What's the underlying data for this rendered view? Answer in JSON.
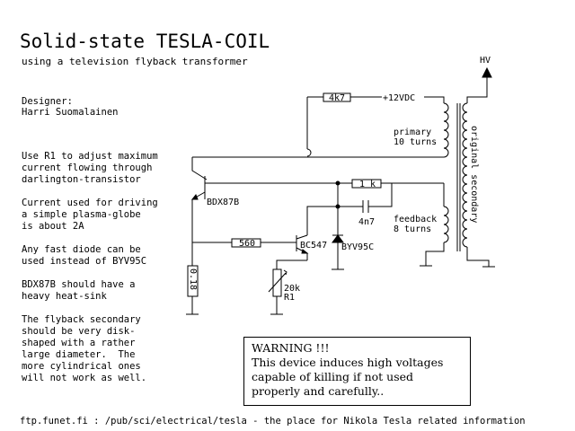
{
  "title": "Solid-state TESLA-COIL",
  "subtitle": "using a television flyback transformer",
  "designer": {
    "label": "Designer:",
    "name": "Harri Suomalainen"
  },
  "notes": [
    [
      "Use R1 to adjust maximum",
      "current flowing through",
      "darlington-transistor"
    ],
    [
      "Current used for driving",
      "a simple plasma-globe",
      "is about 2A"
    ],
    [
      "Any fast diode can be",
      "used instead of BYV95C"
    ],
    [
      "BDX87B should have a",
      "heavy heat-sink"
    ],
    [
      "The flyback secondary",
      "should be very disk-",
      "shaped with a rather",
      "large diameter.  The",
      "more cylindrical ones",
      "will not work as well."
    ]
  ],
  "warning": [
    "WARNING !!!",
    "This device induces high voltages",
    "capable of killing if not used",
    "properly and carefully.."
  ],
  "footer": "ftp.funet.fi : /pub/sci/electrical/tesla - the place for Nikola Tesla related information",
  "schematic": {
    "hv": "HV",
    "r_4k7": "4k7",
    "supply": "+12VDC",
    "primary": "primary",
    "primary_turns": "10 turns",
    "secondary": "original secondary",
    "r_1k": "1 k",
    "c_4n7": "4n7",
    "feedback": "feedback",
    "feedback_turns": "8 turns",
    "q1": "BDX87B",
    "r_560": "560",
    "q2": "BC547",
    "diode": "BYV95C",
    "r_018": "0.18",
    "pot_value": "20k",
    "pot_name": "R1"
  }
}
